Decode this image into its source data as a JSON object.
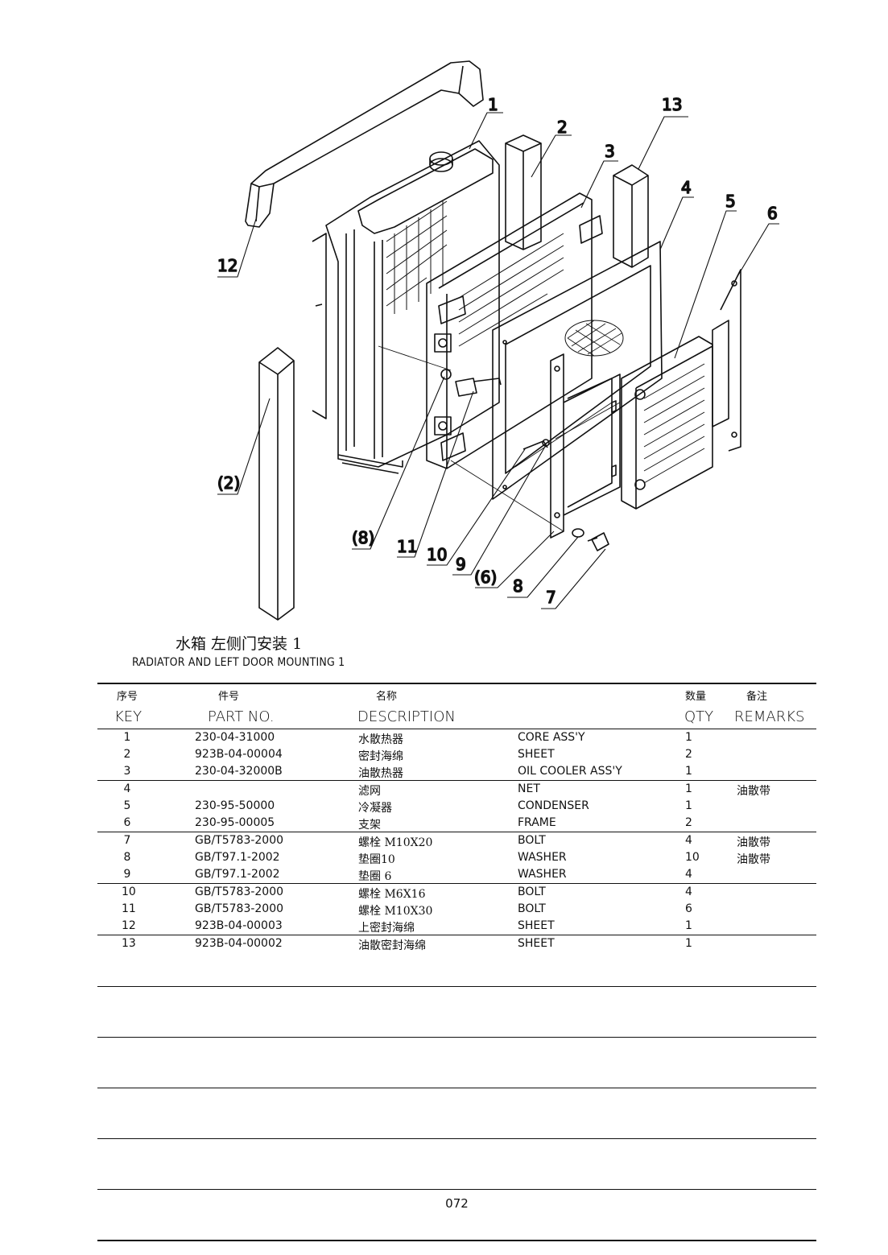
{
  "callouts": {
    "c1": "1",
    "c2": "2",
    "c3": "3",
    "c4": "4",
    "c5": "5",
    "c6": "6",
    "c7": "7",
    "c8": "8",
    "c9": "9",
    "c10": "10",
    "c11": "11",
    "c12": "12",
    "c13": "13",
    "c2p": "(2)",
    "c8p": "(8)",
    "c6p": "(6)"
  },
  "title": {
    "zh": "水箱 左侧门安装 1",
    "en": "RADIATOR AND LEFT DOOR MOUNTING 1"
  },
  "header": {
    "key_zh": "序号",
    "part_zh": "件号",
    "desc_zh": "名称",
    "qty_zh": "数量",
    "rem_zh": "备注",
    "key": "KEY",
    "part": "PART NO.",
    "desc": "DESCRIPTION",
    "qty": "QTY",
    "rem": "REMARKS"
  },
  "groups": [
    [
      {
        "key": "1",
        "part": "230-04-31000",
        "zh": "水散热器",
        "en": "CORE ASS'Y",
        "qty": "1",
        "rem": ""
      },
      {
        "key": "2",
        "part": "923B-04-00004",
        "zh": "密封海绵",
        "en": "SHEET",
        "qty": "2",
        "rem": ""
      },
      {
        "key": "3",
        "part": "230-04-32000B",
        "zh": "油散热器",
        "en": "OIL COOLER ASS'Y",
        "qty": "1",
        "rem": ""
      }
    ],
    [
      {
        "key": "4",
        "part": "",
        "zh": "滤网",
        "en": "NET",
        "qty": "1",
        "rem": "油散带"
      },
      {
        "key": "5",
        "part": "230-95-50000",
        "zh": "冷凝器",
        "en": "CONDENSER",
        "qty": "1",
        "rem": ""
      },
      {
        "key": "6",
        "part": "230-95-00005",
        "zh": "支架",
        "en": "FRAME",
        "qty": "2",
        "rem": ""
      }
    ],
    [
      {
        "key": "7",
        "part": "GB/T5783-2000",
        "zh": "螺栓 M10X20",
        "en": "BOLT",
        "qty": "4",
        "rem": "油散带"
      },
      {
        "key": "8",
        "part": "GB/T97.1-2002",
        "zh": "垫圈10",
        "en": "WASHER",
        "qty": "10",
        "rem": "油散带"
      },
      {
        "key": "9",
        "part": "GB/T97.1-2002",
        "zh": "垫圈 6",
        "en": "WASHER",
        "qty": "4",
        "rem": ""
      }
    ],
    [
      {
        "key": "10",
        "part": "GB/T5783-2000",
        "zh": "螺栓 M6X16",
        "en": "BOLT",
        "qty": "4",
        "rem": ""
      },
      {
        "key": "11",
        "part": "GB/T5783-2000",
        "zh": "螺栓 M10X30",
        "en": "BOLT",
        "qty": "6",
        "rem": ""
      },
      {
        "key": "12",
        "part": "923B-04-00003",
        "zh": "上密封海绵",
        "en": "SHEET",
        "qty": "1",
        "rem": ""
      }
    ],
    [
      {
        "key": "13",
        "part": "923B-04-00002",
        "zh": "油散密封海绵",
        "en": "SHEET",
        "qty": "1",
        "rem": ""
      }
    ]
  ],
  "page_number": "072"
}
